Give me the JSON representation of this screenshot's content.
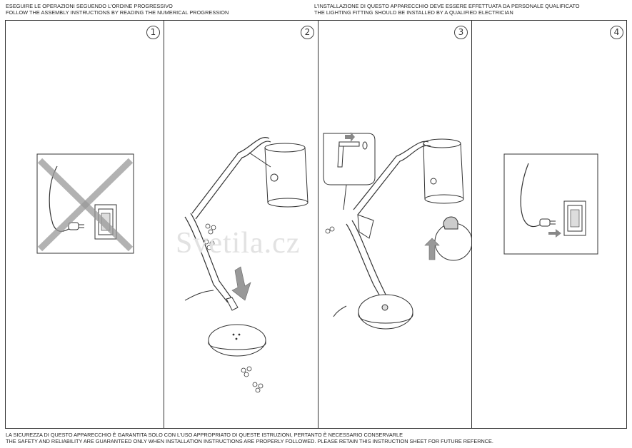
{
  "header": {
    "left_line1": "ESEGUIRE LE OPERAZIONI SEGUENDO L'ORDINE PROGRESSIVO",
    "left_line2": "FOLLOW THE ASSEMBLY INSTRUCTIONS BY READING THE NUMERICAL PROGRESSION",
    "right_line1": "L'INSTALLAZIONE DI QUESTO APPARECCHIO DEVE ESSERE EFFETTUATA DA PERSONALE QUALIFICATO",
    "right_line2": "THE LIGHTING FITTING SHOULD BE INSTALLED BY A QUALIFIED ELECTRICIAN"
  },
  "steps": [
    {
      "number": "1",
      "icon": "unplugged-crossed-icon"
    },
    {
      "number": "2",
      "icon": "lamp-base-assembly-icon"
    },
    {
      "number": "3",
      "icon": "lamp-bulb-install-icon"
    },
    {
      "number": "4",
      "icon": "plug-in-icon"
    }
  ],
  "watermark": "Svetila.cz",
  "footer": {
    "line1": "LA SICUREZZA DI QUESTO APPARECCHIO È GARANTITA SOLO CON L'USO APPROPRIATO DI QUESTE ISTRUZIONI, PERTANTO È NECESSARIO CONSERVARLE",
    "line2": "THE SAFETY AND RELIABILITY ARE GUARANTEED ONLY WHEN INSTALLATION INSTRUCTIONS ARE PROPERLY FOLLOWED. PLEASE RETAIN THIS INSTRUCTION SHEET FOR FUTURE REFERNCE."
  }
}
